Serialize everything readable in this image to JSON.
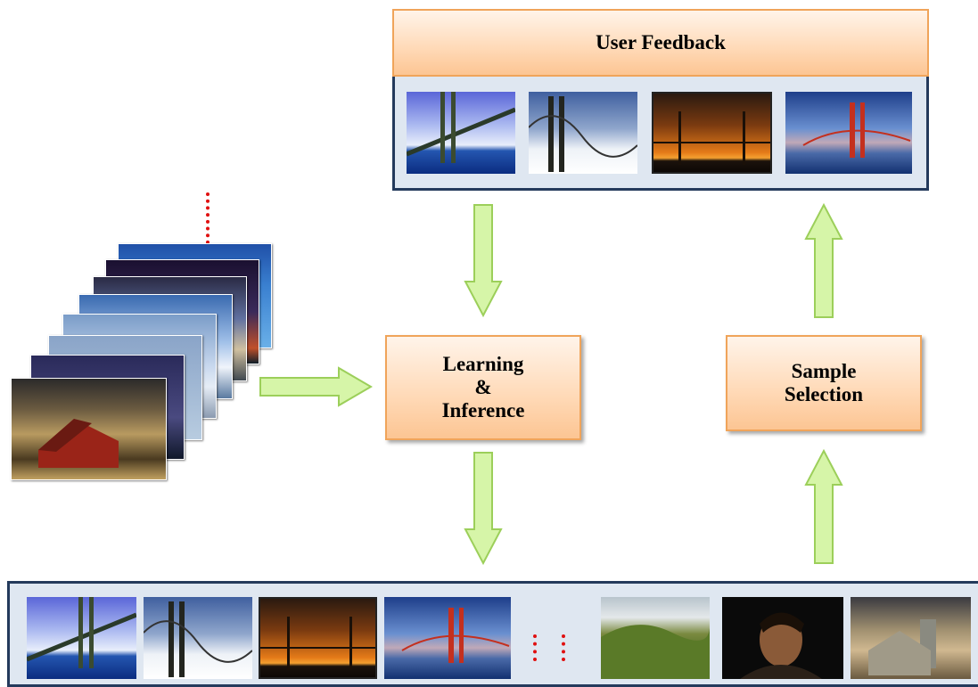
{
  "feedback": {
    "title": "User Feedback"
  },
  "learning": {
    "line1": "Learning",
    "line2": "&",
    "line3": "Inference"
  },
  "sample": {
    "line1": "Sample",
    "line2": "Selection"
  },
  "images": {
    "feedback_thumbs": [
      "bridge-cable-stay-photo",
      "golden-gate-fog-photo",
      "bridge-sunset-photo",
      "golden-gate-dusk-photo"
    ],
    "stack": [
      "barn-photo",
      "night-sky-photo",
      "cloudy-sky-photo",
      "mountain-sky-photo",
      "sunset-sea-photo"
    ],
    "results": [
      "bridge-cable-stay-photo",
      "golden-gate-fog-photo",
      "bridge-sunset-photo",
      "golden-gate-dusk-photo",
      "green-hills-photo",
      "portrait-photo",
      "barn-silo-photo"
    ]
  },
  "colors": {
    "arrow_fill": "#d6f5a8",
    "arrow_stroke": "#9ccf5a",
    "box_border": "#f0a45a",
    "panel_border": "#243a5c",
    "dots": "#e01010"
  }
}
